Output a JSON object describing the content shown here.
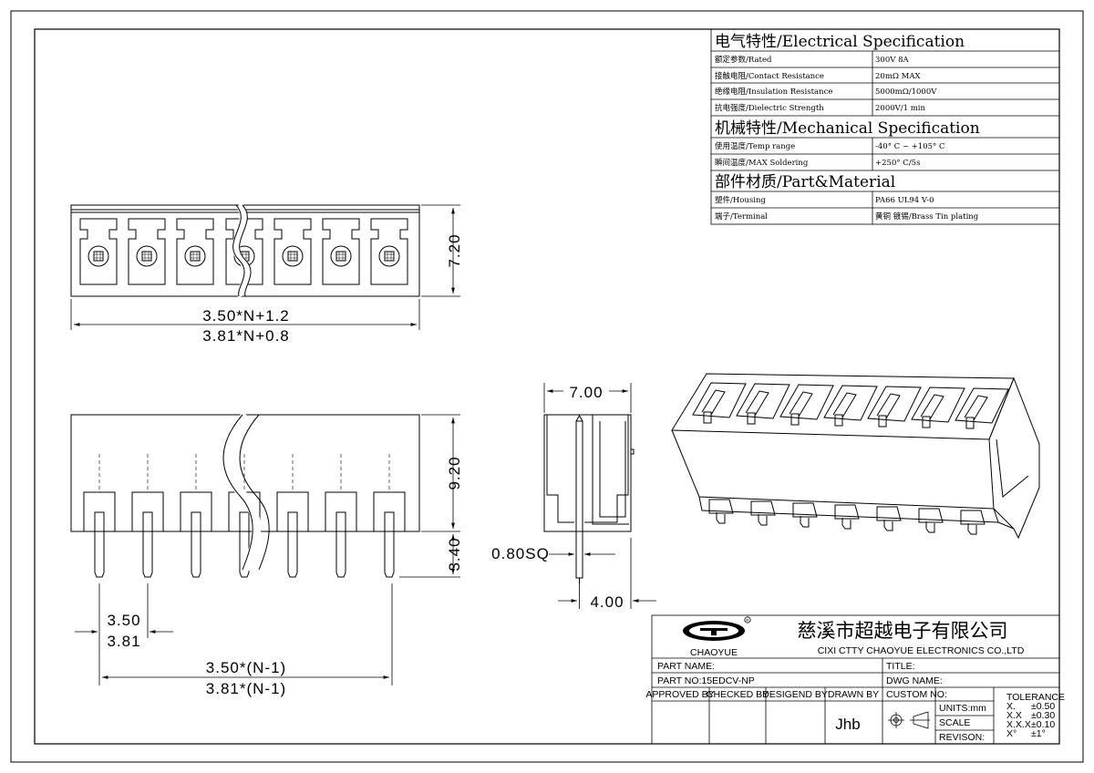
{
  "spec": {
    "electrical_header": "电气特性/Electrical Specification",
    "electrical_rows": [
      [
        "额定参数/Rated",
        "300V  8A"
      ],
      [
        "接触电阻/Contact Resistance",
        "20mΩ MAX"
      ],
      [
        "绝缘电阻/Insulation Resistance",
        "5000mΩ/1000V"
      ],
      [
        "抗电强度/Dielectric Strength",
        "2000V/1 min"
      ]
    ],
    "mechanical_header": "机械特性/Mechanical Specification",
    "mechanical_rows": [
      [
        "使用温度/Temp range",
        "-40° C ~ +105° C"
      ],
      [
        "瞬间温度/MAX Soldering",
        "+250° C/5s"
      ]
    ],
    "material_header": "部件材质/Part&Material",
    "material_rows": [
      [
        "塑件/Housing",
        "PA66 UL94 V-0"
      ],
      [
        "端子/Terminal",
        "黄铜 镀锡/Brass Tin plating"
      ]
    ]
  },
  "dims": {
    "top_height": "7.20",
    "top_width_1": "3.50*N+1.2",
    "top_width_2": "3.81*N+0.8",
    "body_height": "9.20",
    "pin_length": "3.40",
    "pitch_1": "3.50",
    "pitch_2": "3.81",
    "span_1": "3.50*(N-1)",
    "span_2": "3.81*(N-1)",
    "side_width": "7.00",
    "pin_square": "0.80SQ",
    "side_offset": "4.00"
  },
  "title_block": {
    "logo_text": "CHAOYUE",
    "company_cn": "慈溪市超越电子有限公司",
    "company_en": "CIXI CTTY CHAOYUE ELECTRONICS CO.,LTD",
    "part_name_label": "PART NAME:",
    "title_label": "TITLE:",
    "part_no_label": "PART NO:15EDCV-NP",
    "dwg_name_label": "DWG NAME:",
    "approved_by": "APPROVED BY",
    "checked_by": "CHECKED BY",
    "designed_by": "DESIGEND BY",
    "drawn_by": "DRAWN BY",
    "drawn_by_value": "Jhb",
    "custom_no": "CUSTOM NO:",
    "units": "UNITS:mm",
    "scale": "SCALE",
    "revision": "REVISON:",
    "tolerance_title": "TOLERANCE",
    "tolerance_rows": [
      [
        "X.",
        "±0.50"
      ],
      [
        "X.X",
        "±0.30"
      ],
      [
        "X.X.X",
        "±0.10"
      ],
      [
        "X°",
        "±1°"
      ]
    ]
  }
}
